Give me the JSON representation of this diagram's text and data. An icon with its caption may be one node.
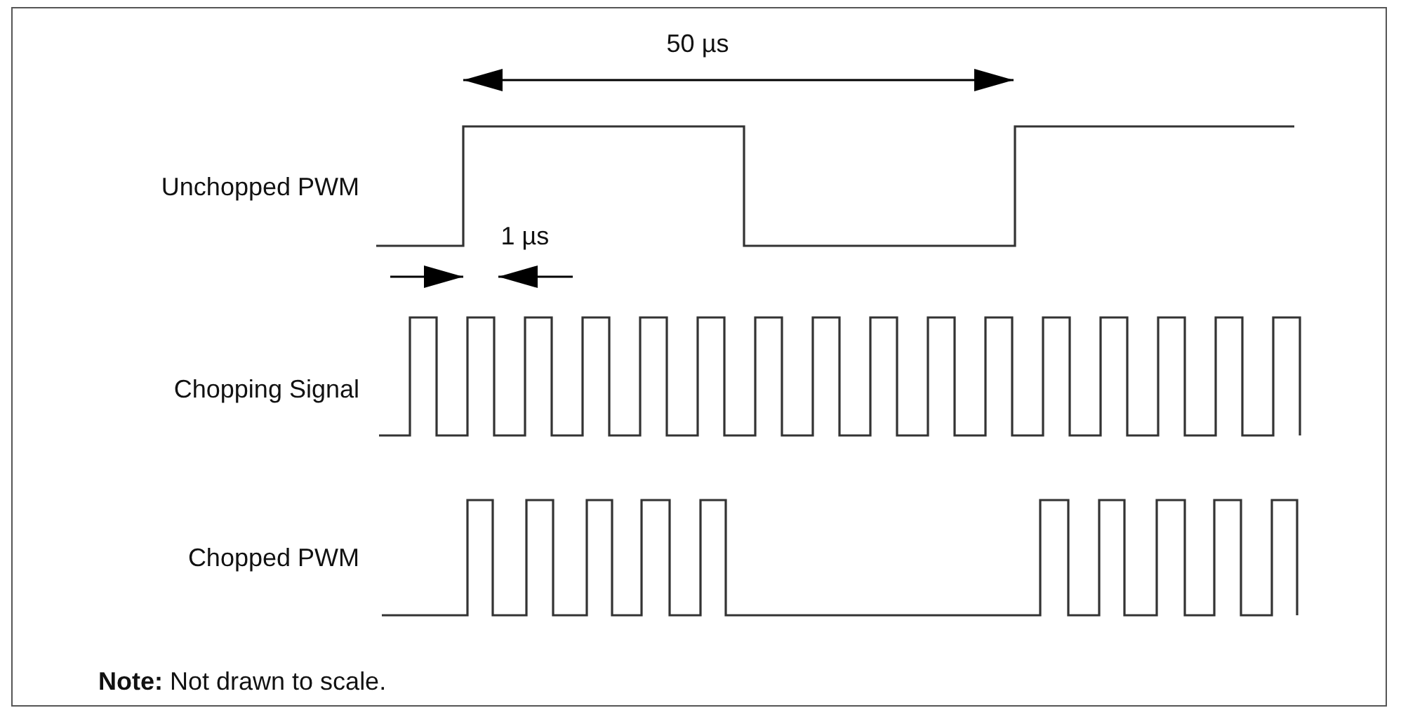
{
  "diagram": {
    "labels": [
      "50 µs",
      "Unchopped PWM",
      "1 µs",
      "Chopping Signal",
      "Chopped PWM",
      "**Note:** Not drawn to scale."
    ]
  }
}
